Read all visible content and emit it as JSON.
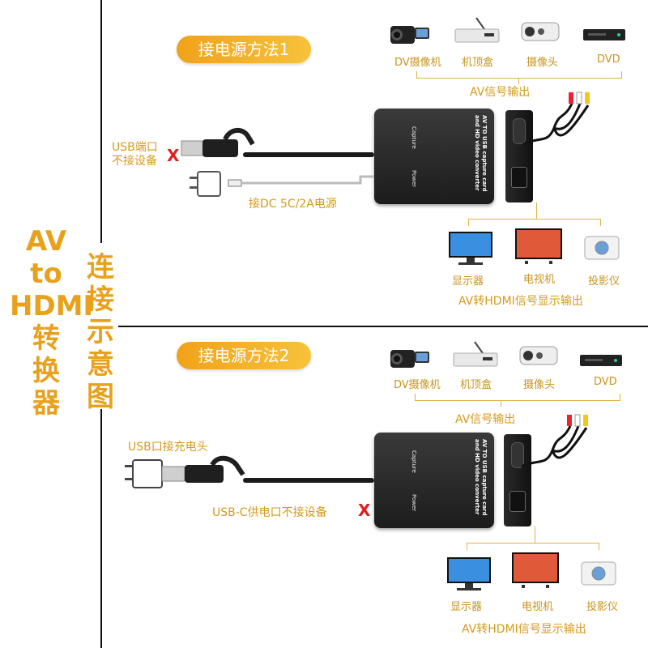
{
  "side_title": [
    "AV",
    "to",
    "HDMI",
    "转",
    "换",
    "器"
  ],
  "side_subtitle": [
    "连",
    "接",
    "示",
    "意",
    "图"
  ],
  "method1": {
    "pill": "接电源方法1",
    "devices": [
      "DV摄像机",
      "机顶盒",
      "摄像头",
      "DVD"
    ],
    "av_out": "AV信号输出",
    "usb_note": [
      "USB端口",
      "不接设备"
    ],
    "x": "X",
    "dc_note": "接DC 5C/2A电源",
    "displays": [
      "显示器",
      "电视机",
      "投影仪"
    ],
    "hdmi_out": "AV转HDMI信号显示输出"
  },
  "method2": {
    "pill": "接电源方法2",
    "devices": [
      "DV摄像机",
      "机顶盒",
      "摄像头",
      "DVD"
    ],
    "av_out": "AV信号输出",
    "usb_note": "USB口接充电头",
    "usbc_note": "USB-C供电口不接设备",
    "x": "X",
    "displays": [
      "显示器",
      "电视机",
      "投影仪"
    ],
    "hdmi_out": "AV转HDMI信号显示输出"
  },
  "box": {
    "main_text": [
      "AV TO USB capture card",
      "and HD video converter"
    ],
    "capture": "Capture",
    "power": "Power"
  }
}
